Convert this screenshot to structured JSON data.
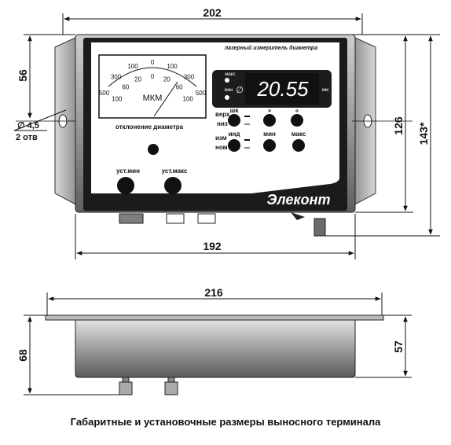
{
  "dimensions": {
    "top_width": "202",
    "left_height": "56",
    "hole_label": "∅ 4,5",
    "hole_count": "2 отв",
    "panel_height": "126",
    "overall_height": "143*",
    "bottom_width": "192",
    "side_width": "216",
    "side_left_height": "68",
    "side_right_height": "57"
  },
  "panel": {
    "title": "лазерный измеритель диаметра",
    "display_value": "20.55",
    "display_unit": "мм",
    "led_max": "макс",
    "led_min": "мин",
    "diameter_symbol": "∅",
    "brand": "Элеконт",
    "btn_row1": [
      "шк",
      "»",
      "«"
    ],
    "label_upper": "верх",
    "label_lower": "низ",
    "label_ind": "инд",
    "label_izm": "изм",
    "label_nom": "ном",
    "btn_min": "мин",
    "btn_max": "макс",
    "knob_min": "уст.мин",
    "knob_max": "уст.макс",
    "gauge_label": "отклонение диаметра"
  },
  "gauge": {
    "unit": "МКМ",
    "outer_ticks": [
      "500",
      "300",
      "100",
      "0",
      "100",
      "300",
      "500"
    ],
    "inner_ticks": [
      "100",
      "60",
      "20",
      "0",
      "20",
      "60",
      "100"
    ]
  },
  "caption": "Габаритные и установочные размеры выносного терминала"
}
